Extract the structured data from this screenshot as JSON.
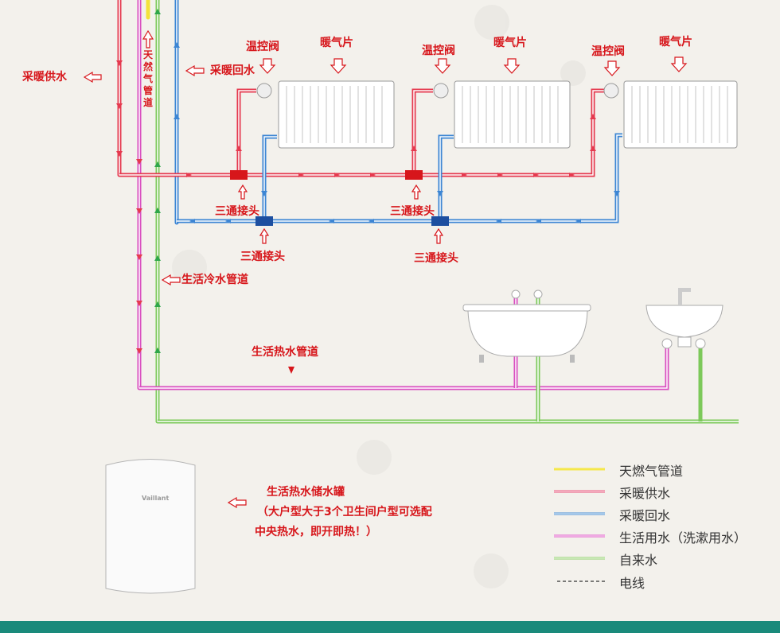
{
  "labels": {
    "heating_supply": "采暖供水",
    "gas_pipe_vertical": "天然气管道",
    "heating_return": "采暖回水",
    "valve_1": "温控阀",
    "valve_2": "温控阀",
    "valve_3": "温控阀",
    "radiator_1": "暖气片",
    "radiator_2": "暖气片",
    "radiator_3": "暖气片",
    "tee_1": "三通接头",
    "tee_2": "三通接头",
    "tee_3": "三通接头",
    "tee_4": "三通接头",
    "cold_water_pipe": "生活冷水管道",
    "hot_water_pipe": "生活热水管道",
    "tank_title": "生活热水储水罐",
    "tank_note_1": "（大户型大于3个卫生间户型可选配",
    "tank_note_2": "中央热水，即开即热！）",
    "brand": "Vaillant"
  },
  "legend": [
    {
      "text": "天燃气管道",
      "color": "#f5e84a",
      "style": "solid"
    },
    {
      "text": "采暖供水",
      "color": "#e8527a",
      "style": "solid"
    },
    {
      "text": "采暖回水",
      "color": "#4a90d6",
      "style": "solid"
    },
    {
      "text": "生活用水（洗漱用水）",
      "color": "#e055c8",
      "style": "solid"
    },
    {
      "text": "自来水",
      "color": "#8fd16a",
      "style": "solid"
    },
    {
      "text": "电线",
      "color": "#333333",
      "style": "dashed"
    }
  ],
  "colors": {
    "supply": "#e53a4f",
    "return": "#3d86d4",
    "gas": "#f3e23c",
    "hot_water": "#d94fc0",
    "cold_water": "#7cc95a",
    "label_red": "#d7161b",
    "accent_bar": "#1a8a7b"
  }
}
